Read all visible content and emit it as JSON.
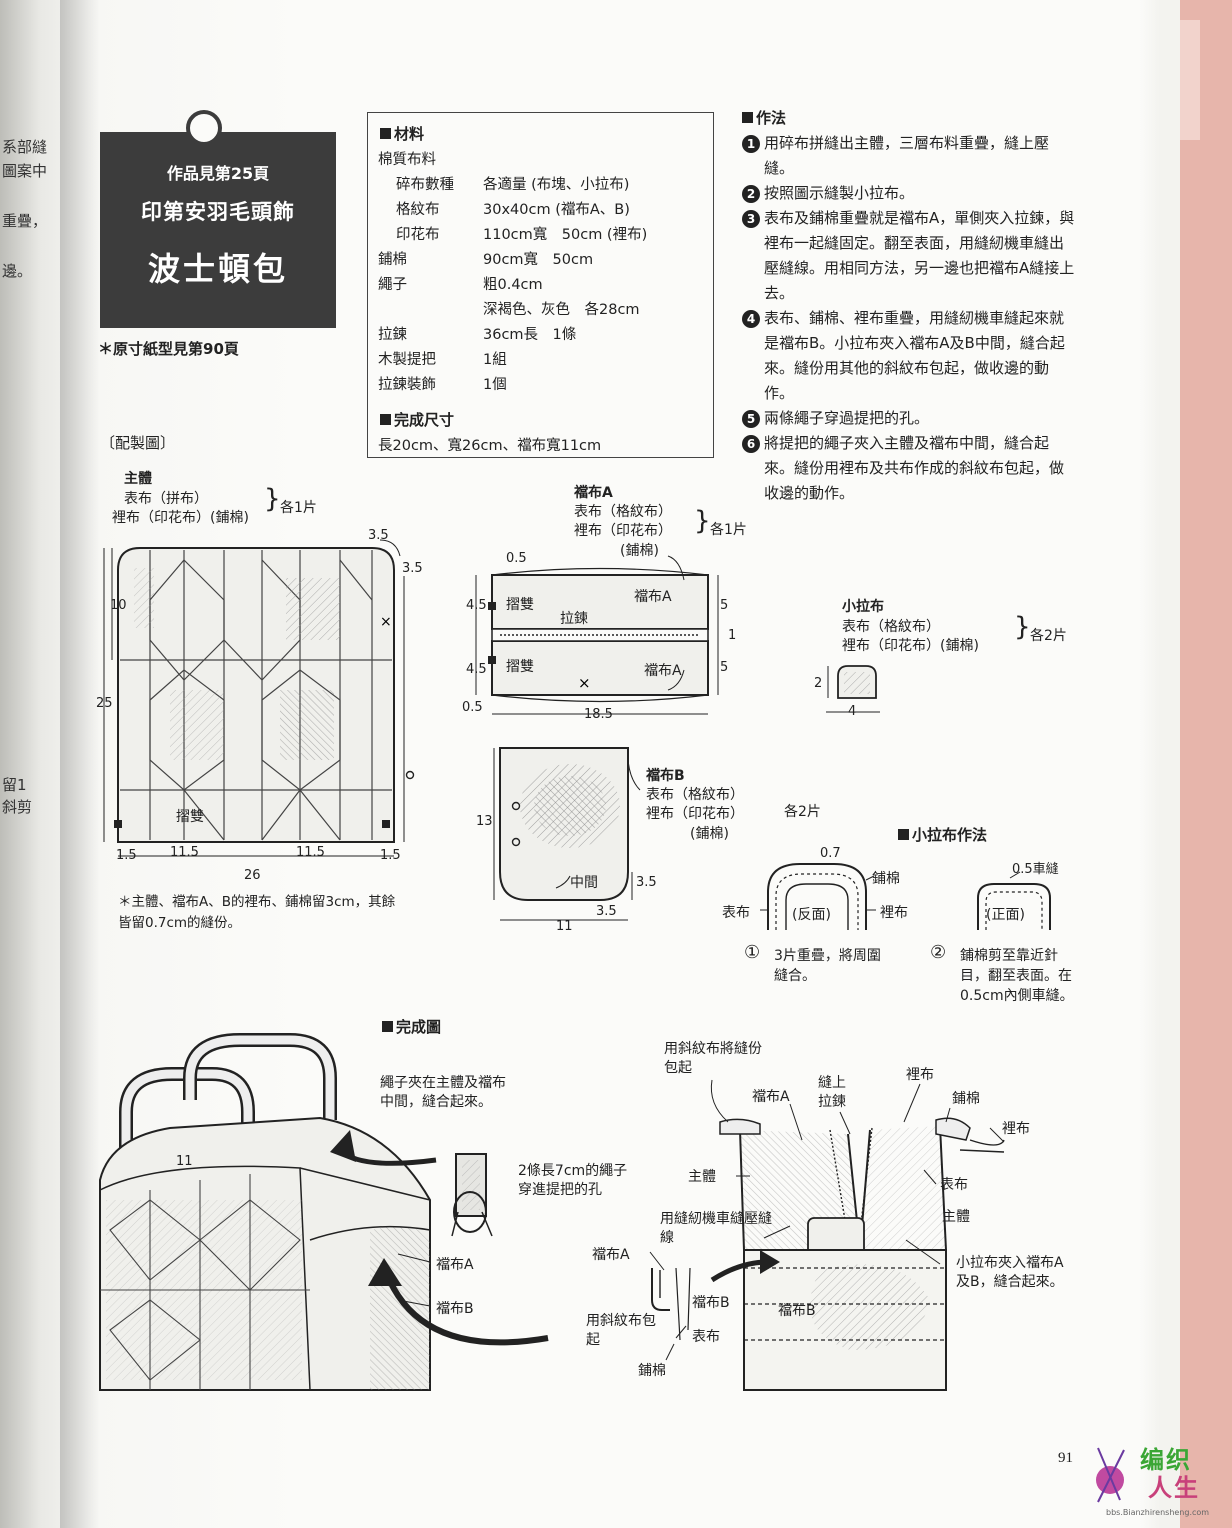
{
  "left_edge": {
    "lines": [
      "系部縫",
      "圖案中",
      "重疊，",
      "邊。",
      "留1",
      "斜剪"
    ]
  },
  "title": {
    "ref": "作品見第25頁",
    "sub": "印第安羽毛頭飾",
    "main": "波士頓包",
    "pattern_note": "＊原寸紙型見第90頁"
  },
  "materials": {
    "heading": "材料",
    "intro": "棉質布料",
    "rows": [
      {
        "name": "碎布數種",
        "value": "各適量 (布塊、小拉布)"
      },
      {
        "name": "格紋布",
        "value": "30x40cm (襠布A、B)"
      },
      {
        "name": "印花布",
        "value": "110cm寬　50cm (裡布)"
      },
      {
        "name": "鋪棉",
        "value": "90cm寬　50cm"
      },
      {
        "name": "繩子",
        "value": "粗0.4cm"
      },
      {
        "name": "",
        "value": "深褐色、灰色　各28cm"
      },
      {
        "name": "拉鍊",
        "value": "36cm長　1條"
      },
      {
        "name": "木製提把",
        "value": "1組"
      },
      {
        "name": "拉鍊裝飾",
        "value": "1個"
      }
    ],
    "size_heading": "完成尺寸",
    "size_value": "長20cm、寬26cm、襠布寬11cm"
  },
  "method": {
    "heading": "作法",
    "steps": [
      {
        "num": "1",
        "text": "用碎布拼縫出主體，三層布料重疊，縫上壓縫。"
      },
      {
        "num": "2",
        "text": "按照圖示縫製小拉布。"
      },
      {
        "num": "3",
        "text": "表布及鋪棉重疊就是襠布A，單側夾入拉鍊，與裡布一起縫固定。翻至表面，用縫紉機車縫出壓縫線。用相同方法，另一邊也把襠布A縫接上去。"
      },
      {
        "num": "4",
        "text": "表布、鋪棉、裡布重疊，用縫紉機車縫起來就是襠布B。小拉布夾入襠布A及B中間，縫合起來。縫份用其他的斜紋布包起，做收邊的動作。"
      },
      {
        "num": "5",
        "text": "兩條繩子穿過提把的孔。"
      },
      {
        "num": "6",
        "text": "將提把的繩子夾入主體及襠布中間，縫合起來。縫份用裡布及共布作成的斜紋布包起，做收邊的動作。"
      }
    ]
  },
  "diagram": {
    "heading": "〔配製圖〕",
    "main_body": {
      "title": "主體",
      "line1": "表布（拼布）",
      "line2": "裡布（印花布）(鋪棉)",
      "count": "各1片",
      "fold": "摺雙",
      "dims": {
        "w_total": "26",
        "h_total": "25",
        "h_top": "10",
        "corner_a": "3.5",
        "corner_b": "3.5",
        "seg_a": "1.5",
        "seg_b": "11.5",
        "seg_c": "11.5",
        "seg_d": "1.5"
      },
      "note": "＊主體、襠布A、B的裡布、鋪棉留3cm，其餘皆留0.7cm的縫份。"
    },
    "gusset_a": {
      "title": "襠布A",
      "line1": "表布（格紋布）",
      "line2": "裡布（印花布）",
      "line3": "(鋪棉)",
      "count": "各1片",
      "top_label": "襠布A",
      "bottom_label": "襠布A",
      "fold_top": "摺雙",
      "fold_bottom": "摺雙",
      "zipper": "拉鍊",
      "dims": {
        "margin_top": "0.5",
        "margin_bottom": "0.5",
        "h_left_top": "4.5",
        "h_left_bottom": "4.5",
        "h_right_top": "5",
        "h_right_mid": "1",
        "h_right_bottom": "5",
        "width": "18.5"
      }
    },
    "gusset_b": {
      "title": "襠布B",
      "line1": "表布（格紋布）",
      "line2": "裡布（印花布）",
      "line3": "(鋪棉)",
      "count": "各2片",
      "middle": "中間",
      "dims": {
        "height": "13",
        "width": "11",
        "corner_a": "3.5",
        "corner_b": "3.5"
      }
    },
    "small_tab": {
      "title": "小拉布",
      "line1": "表布（格紋布）",
      "line2": "裡布（印花布）(鋪棉)",
      "count": "各2片",
      "dims": {
        "h": "2",
        "w": "4"
      }
    },
    "tab_method": {
      "heading": "小拉布作法",
      "fig1": {
        "dim": "0.7",
        "inner": "(反面)",
        "left": "表布",
        "right_top": "鋪棉",
        "right_bottom": "裡布",
        "num": "①",
        "caption": "3片重疊，將周圍縫合。"
      },
      "fig2": {
        "dim": "0.5車縫",
        "inner": "(正面)",
        "num": "②",
        "caption": "鋪棉剪至靠近針目，翻至表面。在0.5cm內側車縫。"
      }
    }
  },
  "finished": {
    "heading": "完成圖",
    "cord_note": "繩子夾在主體及襠布中間，縫合起來。",
    "handle_note": "2條長7cm的繩子穿進提把的孔",
    "dim_11": "11",
    "gusset_a": "襠布A",
    "gusset_b": "襠布B"
  },
  "cross_section": {
    "bias_top": "用斜紋布將縫份包起",
    "gusset_a_top": "襠布A",
    "zipper": "縫上拉鍊",
    "lining_top": "裡布",
    "batting_top": "鋪棉",
    "lining_right": "裡布",
    "main_body_left": "主體",
    "outer": "表布",
    "main_body_right": "主體",
    "machine": "用縫紉機車縫壓縫線",
    "gusset_a_left": "襠布A",
    "gusset_b_mid": "襠布B",
    "gusset_b_inner": "襠布B",
    "tab_note": "小拉布夾入襠布A及B，縫合起來。",
    "bias_bottom": "用斜紋布包起",
    "outer_bottom": "表布",
    "batting_bottom": "鋪棉"
  },
  "page_number": "91",
  "watermark": {
    "logo_top": "编织",
    "logo_bottom": "人生",
    "url": "bbs.Bianzhirensheng.com"
  }
}
